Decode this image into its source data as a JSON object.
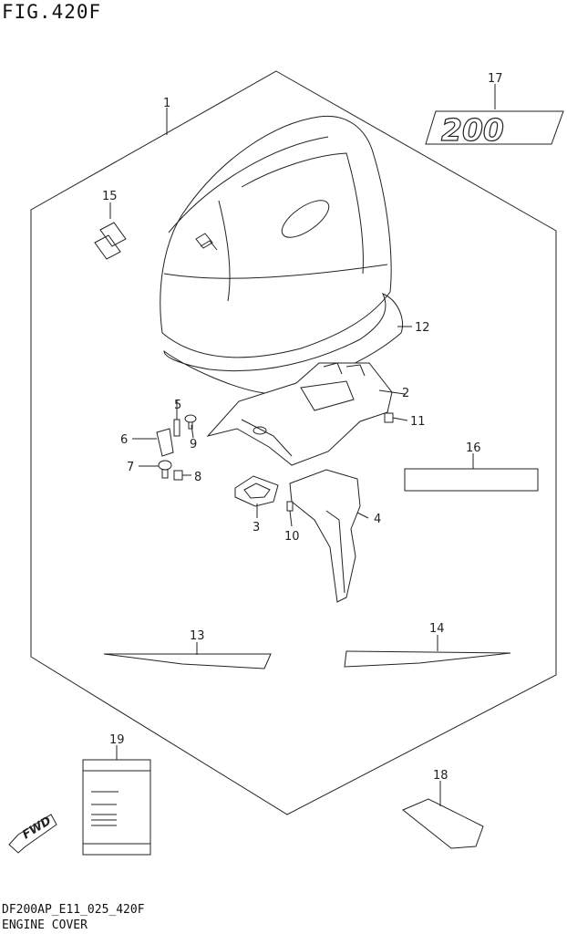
{
  "figure": {
    "title": "FIG.420F"
  },
  "footer": {
    "code": "DF200AP_E11_025_420F",
    "name": "ENGINE COVER"
  },
  "badge": {
    "text": "200"
  },
  "fwd_arrow": {
    "text": "FWD"
  },
  "callouts": {
    "c1": "1",
    "c2": "2",
    "c3": "3",
    "c4": "4",
    "c5": "5",
    "c6": "6",
    "c7": "7",
    "c8": "8",
    "c9": "9",
    "c10": "10",
    "c11": "11",
    "c12": "12",
    "c13": "13",
    "c14": "14",
    "c15": "15",
    "c16": "16",
    "c17": "17",
    "c18": "18",
    "c19": "19"
  }
}
